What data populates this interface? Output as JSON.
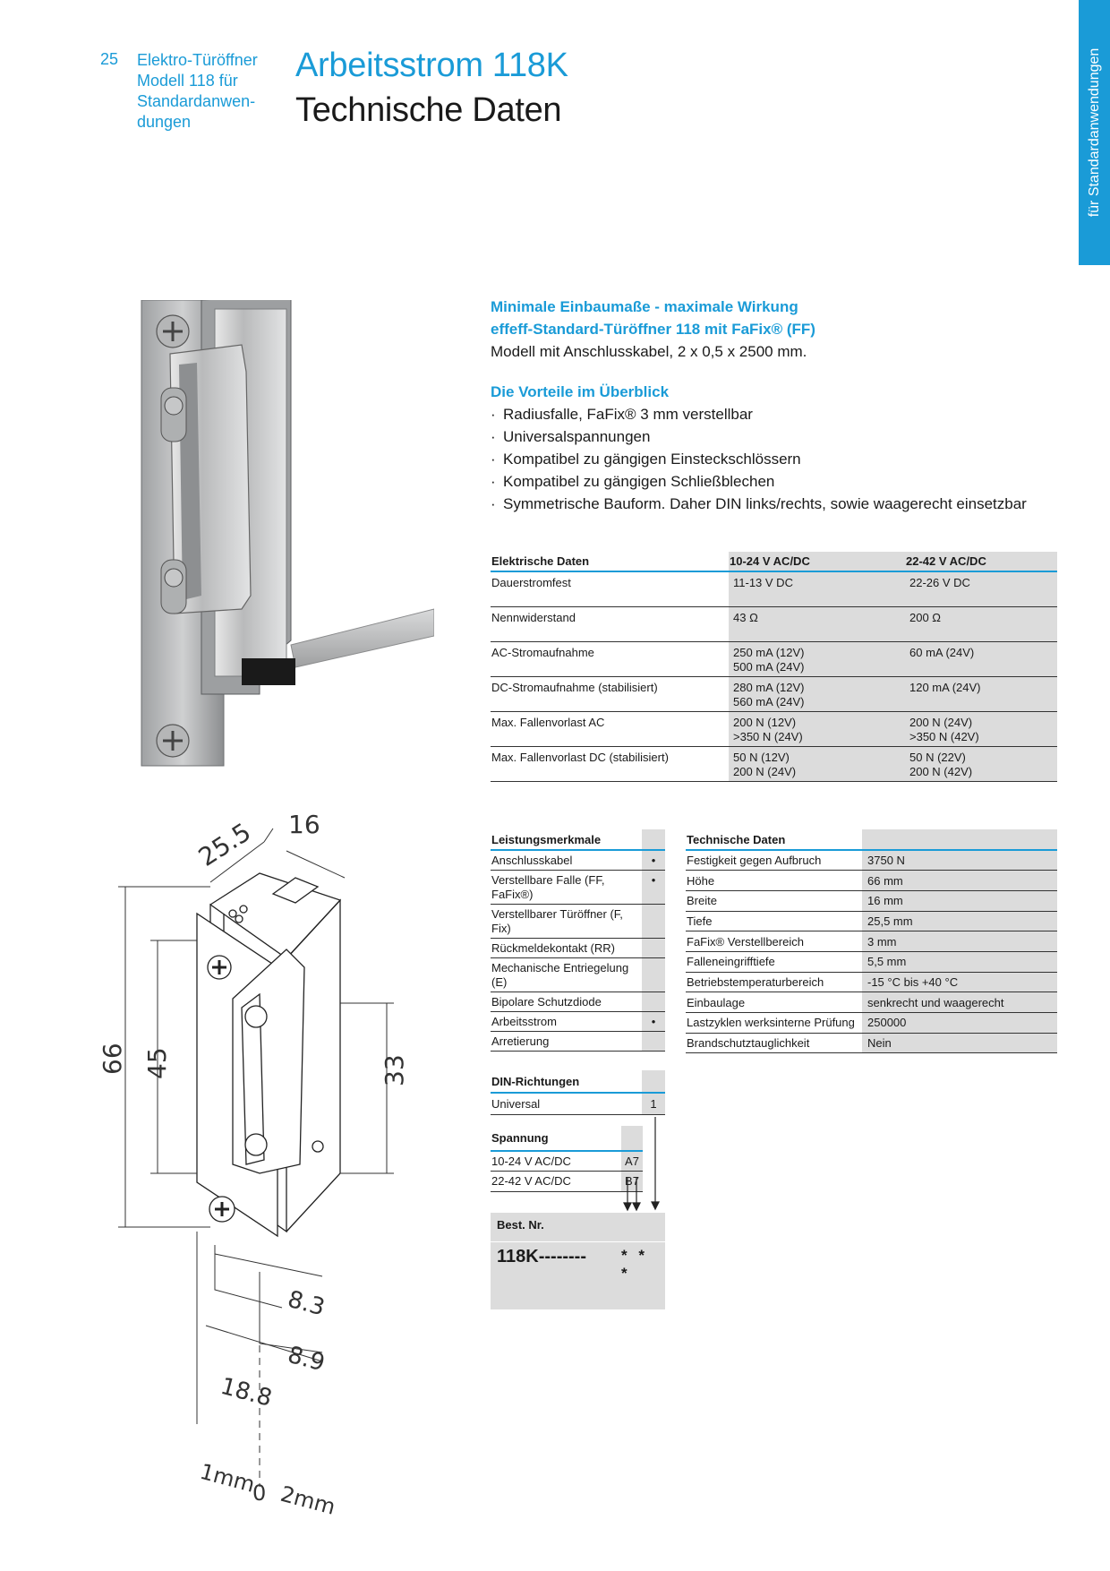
{
  "header": {
    "page_number": "25",
    "subtitle_lines": [
      "Elektro-Türöffner",
      "Modell 118 für",
      "Standardanwen-",
      "dungen"
    ],
    "title": "Arbeitsstrom 118K",
    "title2": "Technische Daten"
  },
  "side_tab": "für Standardanwendungen",
  "intro": {
    "heading1": "Minimale Einbaumaße - maximale Wirkung",
    "heading2": "effeff-Standard-Türöffner 118 mit FaFix® (FF)",
    "model_line": "Modell mit Anschlusskabel, 2 x 0,5 x 2500 mm.",
    "benefits_heading": "Die Vorteile im Überblick",
    "benefits": [
      "Radiusfalle, FaFix® 3 mm verstellbar",
      "Universalspannungen",
      "Kompatibel zu gängigen Einsteckschlössern",
      "Kompatibel zu gängigen Schließblechen",
      "Symmetrische Bauform. Daher DIN links/rechts, sowie waagerecht einsetzbar"
    ]
  },
  "electrical": {
    "headers": [
      "Elektrische Daten",
      "10-24 V AC/DC",
      "22-42 V AC/DC"
    ],
    "rows": [
      {
        "label": "Dauerstromfest",
        "v1": "11-13 V DC",
        "v1b": "",
        "v2": "22-26 V DC",
        "v2b": ""
      },
      {
        "label": "Nennwiderstand",
        "v1": "43 Ω",
        "v1b": "",
        "v2": "200 Ω",
        "v2b": ""
      },
      {
        "label": "AC-Stromaufnahme",
        "v1": "250 mA (12V)",
        "v1b": "500 mA (24V)",
        "v2": "60 mA (24V)",
        "v2b": ""
      },
      {
        "label": "DC-Stromaufnahme (stabilisiert)",
        "v1": "280 mA (12V)",
        "v1b": "560 mA (24V)",
        "v2": "120 mA (24V)",
        "v2b": ""
      },
      {
        "label": "Max. Fallenvorlast AC",
        "v1": "200 N (12V)",
        "v1b": ">350 N (24V)",
        "v2": "200 N (24V)",
        "v2b": ">350 N (42V)"
      },
      {
        "label": "Max. Fallenvorlast DC (stabilisiert)",
        "v1": "50 N (12V)",
        "v1b": "200 N (24V)",
        "v2": "50 N (22V)",
        "v2b": "200 N (42V)"
      }
    ]
  },
  "leistung": {
    "heading": "Leistungsmerkmale",
    "rows": [
      {
        "label": "Anschlusskabel",
        "mark": "•"
      },
      {
        "label": "Verstellbare Falle (FF, FaFix®)",
        "mark": "•"
      },
      {
        "label": "Verstellbarer Türöffner (F, Fix)",
        "mark": ""
      },
      {
        "label": "Rückmeldekontakt (RR)",
        "mark": ""
      },
      {
        "label": "Mechanische Entriegelung (E)",
        "mark": ""
      },
      {
        "label": "Bipolare Schutzdiode",
        "mark": ""
      },
      {
        "label": "Arbeitsstrom",
        "mark": "•"
      },
      {
        "label": "Arretierung",
        "mark": ""
      }
    ]
  },
  "technical": {
    "heading": "Technische Daten",
    "rows": [
      {
        "label": "Festigkeit gegen Aufbruch",
        "value": "3750 N"
      },
      {
        "label": "Höhe",
        "value": "66 mm"
      },
      {
        "label": "Breite",
        "value": "16 mm"
      },
      {
        "label": "Tiefe",
        "value": "25,5 mm"
      },
      {
        "label": "FaFix® Verstellbereich",
        "value": "3 mm"
      },
      {
        "label": "Falleneingrifftiefe",
        "value": "5,5 mm"
      },
      {
        "label": "Betriebstemperaturbereich",
        "value": "-15 °C bis +40 °C"
      },
      {
        "label": "Einbaulage",
        "value": "senkrecht und waagerecht"
      },
      {
        "label": "Lastzyklen werksinterne Prüfung",
        "value": "250000"
      },
      {
        "label": "Brandschutztauglichkeit",
        "value": "Nein"
      }
    ]
  },
  "din": {
    "heading": "DIN-Richtungen",
    "rows": [
      {
        "label": "Universal",
        "code": "1"
      }
    ]
  },
  "spannung": {
    "heading": "Spannung",
    "rows": [
      {
        "label": "10-24 V AC/DC",
        "code": "A7"
      },
      {
        "label": "22-42 V AC/DC",
        "code": "B7"
      }
    ]
  },
  "order": {
    "label": "Best. Nr.",
    "code": "118K--------",
    "stars": "* * *"
  },
  "drawing": {
    "dims": [
      "25.5",
      "16",
      "66",
      "45",
      "33",
      "8.3",
      "8.9",
      "18.8",
      "1mm",
      "0",
      "2mm"
    ]
  },
  "colors": {
    "accent": "#1a9bd7",
    "table_gray": "#dcdcdc"
  }
}
